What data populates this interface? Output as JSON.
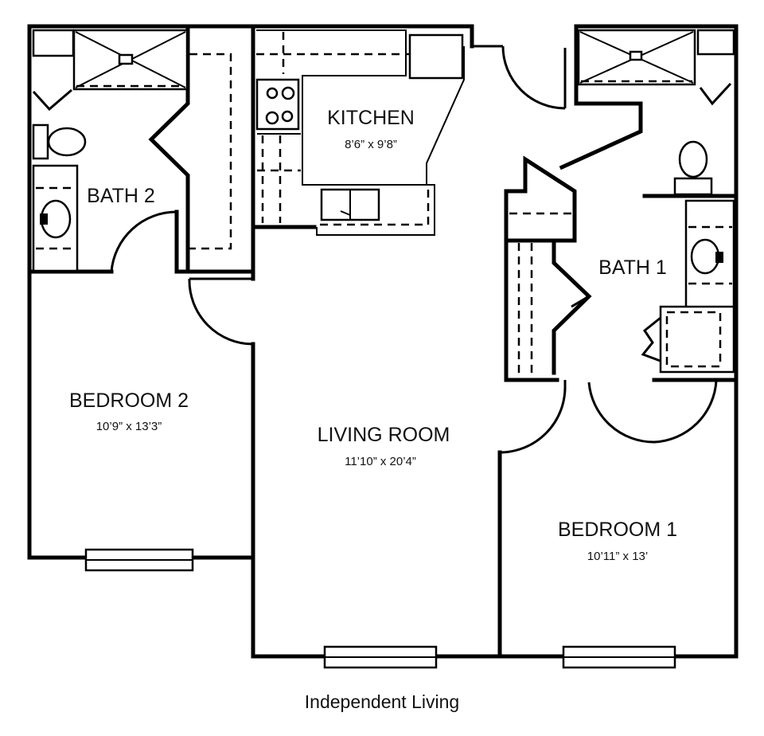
{
  "rooms": {
    "kitchen": {
      "name": "KITCHEN",
      "size": "8’6” x 9’8”"
    },
    "bath2": {
      "name": "BATH 2"
    },
    "bath1": {
      "name": "BATH 1"
    },
    "bedroom2": {
      "name": "BEDROOM 2",
      "size": "10’9” x 13’3”"
    },
    "living": {
      "name": "LIVING ROOM",
      "size": "11’10” x 20’4”"
    },
    "bedroom1": {
      "name": "BEDROOM 1",
      "size": "10’11” x 13’"
    }
  },
  "caption": "Independent Living",
  "colors": {
    "line": "#000000",
    "background": "#ffffff"
  }
}
